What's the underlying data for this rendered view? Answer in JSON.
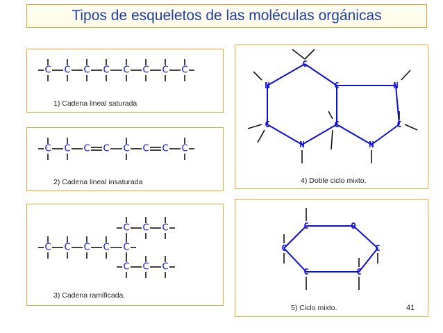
{
  "title": "Tipos de esqueletos de las moléculas orgánicas",
  "panels": {
    "p1": {
      "caption": "1) Cadena lineal saturada"
    },
    "p2": {
      "caption": "2) Cadena lineal insaturada"
    },
    "p3": {
      "caption": "3) Cadena ramificada."
    },
    "p4": {
      "caption": "4) Doble ciclo mixto."
    },
    "p5": {
      "caption": "5) Ciclo mixto."
    }
  },
  "atoms": {
    "carbon": "C",
    "nitrogen": "N",
    "oxygen": "O"
  },
  "page_number": "41",
  "colors": {
    "border": "#e8a53a",
    "title": "#1f3fa8",
    "atom": "#0d0dd8"
  }
}
